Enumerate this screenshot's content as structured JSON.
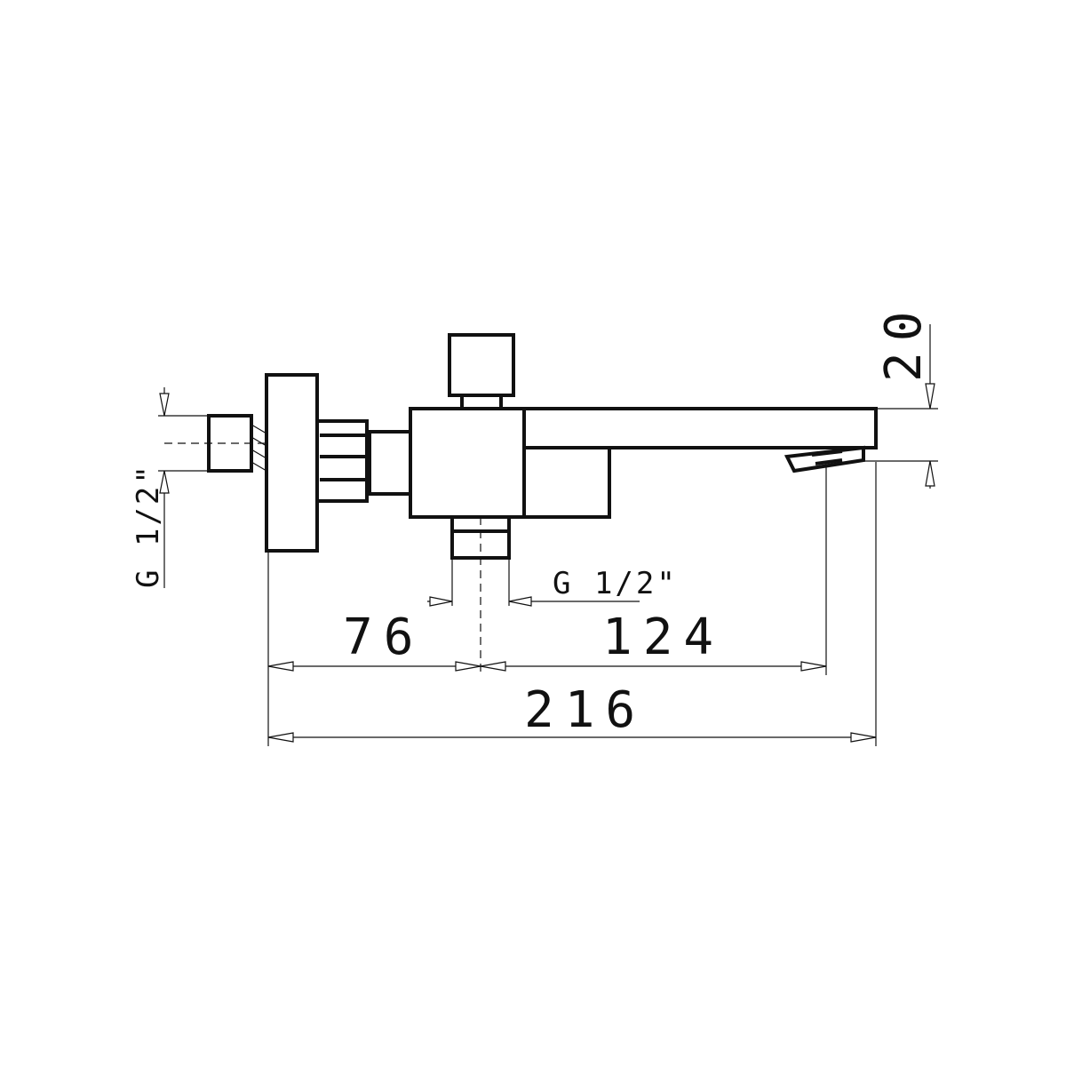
{
  "dimensions": {
    "overall_length": "216",
    "inlet_to_outlet": "76",
    "outlet_to_spout": "124",
    "spout_height": "20",
    "outlet_thread": "G 1/2\"",
    "inlet_thread": "G 1/2\""
  }
}
